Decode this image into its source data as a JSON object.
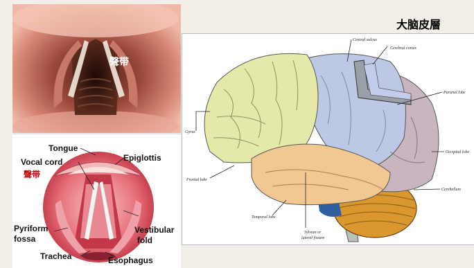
{
  "title": "大脑皮層",
  "photo": {
    "label": "聲带"
  },
  "larynx_diagram": {
    "labels": {
      "tongue": "Tongue",
      "epiglottis": "Epiglottis",
      "vocal_cord": "Vocal cord",
      "vocal_cord_cn": "聲带",
      "pyriform": "Pyriform",
      "fossa": "fossa",
      "vestibular": "Vestibular",
      "fold": "fold",
      "trachea": "Trachea",
      "esophagus": "Esophagus"
    }
  },
  "brain_diagram": {
    "labels": {
      "central_sulcus": "Central sulcus",
      "cerebral_cortex": "Cerebral cortex",
      "parietal_lobe": "Parietal lobe",
      "gyrus": "Gyrus",
      "occipital_lobe": "Occipital lobe",
      "frontal_lobe": "Frontal lobe",
      "cerebellum": "Cerebellum",
      "temporal_lobe": "Temporal lobe",
      "sylvian": "Sylvian or",
      "lateral_fissure": "lateral fissure"
    },
    "colors": {
      "frontal": "#e4e8a8",
      "parietal": "#bcc8e4",
      "occipital": "#c9b5c0",
      "temporal": "#f2c892",
      "cerebellum": "#d9982f",
      "brainstem": "#b9c2b8"
    }
  }
}
